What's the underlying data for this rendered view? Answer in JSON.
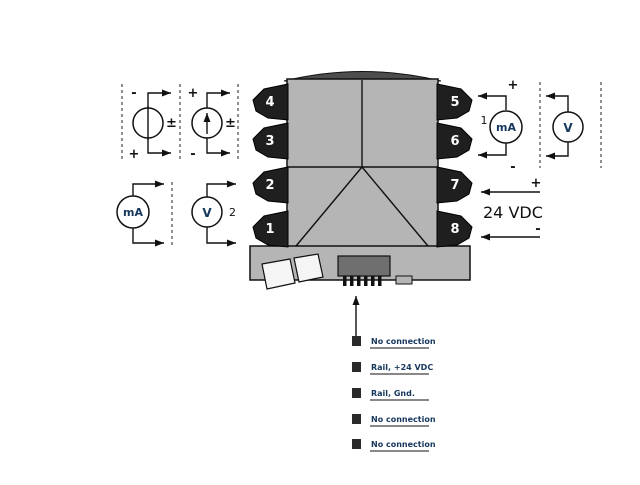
{
  "device": {
    "left_terminals": [
      "4",
      "3",
      "2",
      "1"
    ],
    "right_terminals": [
      "5",
      "6",
      "7",
      "8"
    ]
  },
  "sources": {
    "current_source": {
      "top_sign": "-",
      "bottom_sign": "+",
      "side_sign": "±"
    },
    "voltage_source": {
      "top_sign": "+",
      "bottom_sign": "-",
      "side_sign": "±"
    }
  },
  "meters": {
    "channel2_current": {
      "label": "mA"
    },
    "channel2_voltage": {
      "label": "V",
      "channel": "2"
    },
    "channel1_current": {
      "label": "mA",
      "channel": "1",
      "plus": "+",
      "minus": "-"
    },
    "channel1_voltage": {
      "label": "V"
    }
  },
  "power": {
    "plus": "+",
    "label": "24 VDC",
    "minus": "-"
  },
  "bottom_connector": {
    "pins": [
      {
        "label": "No connection"
      },
      {
        "label": "Rail, +24 VDC"
      },
      {
        "label": "Rail, Gnd."
      },
      {
        "label": "No connection"
      },
      {
        "label": "No connection"
      }
    ]
  }
}
